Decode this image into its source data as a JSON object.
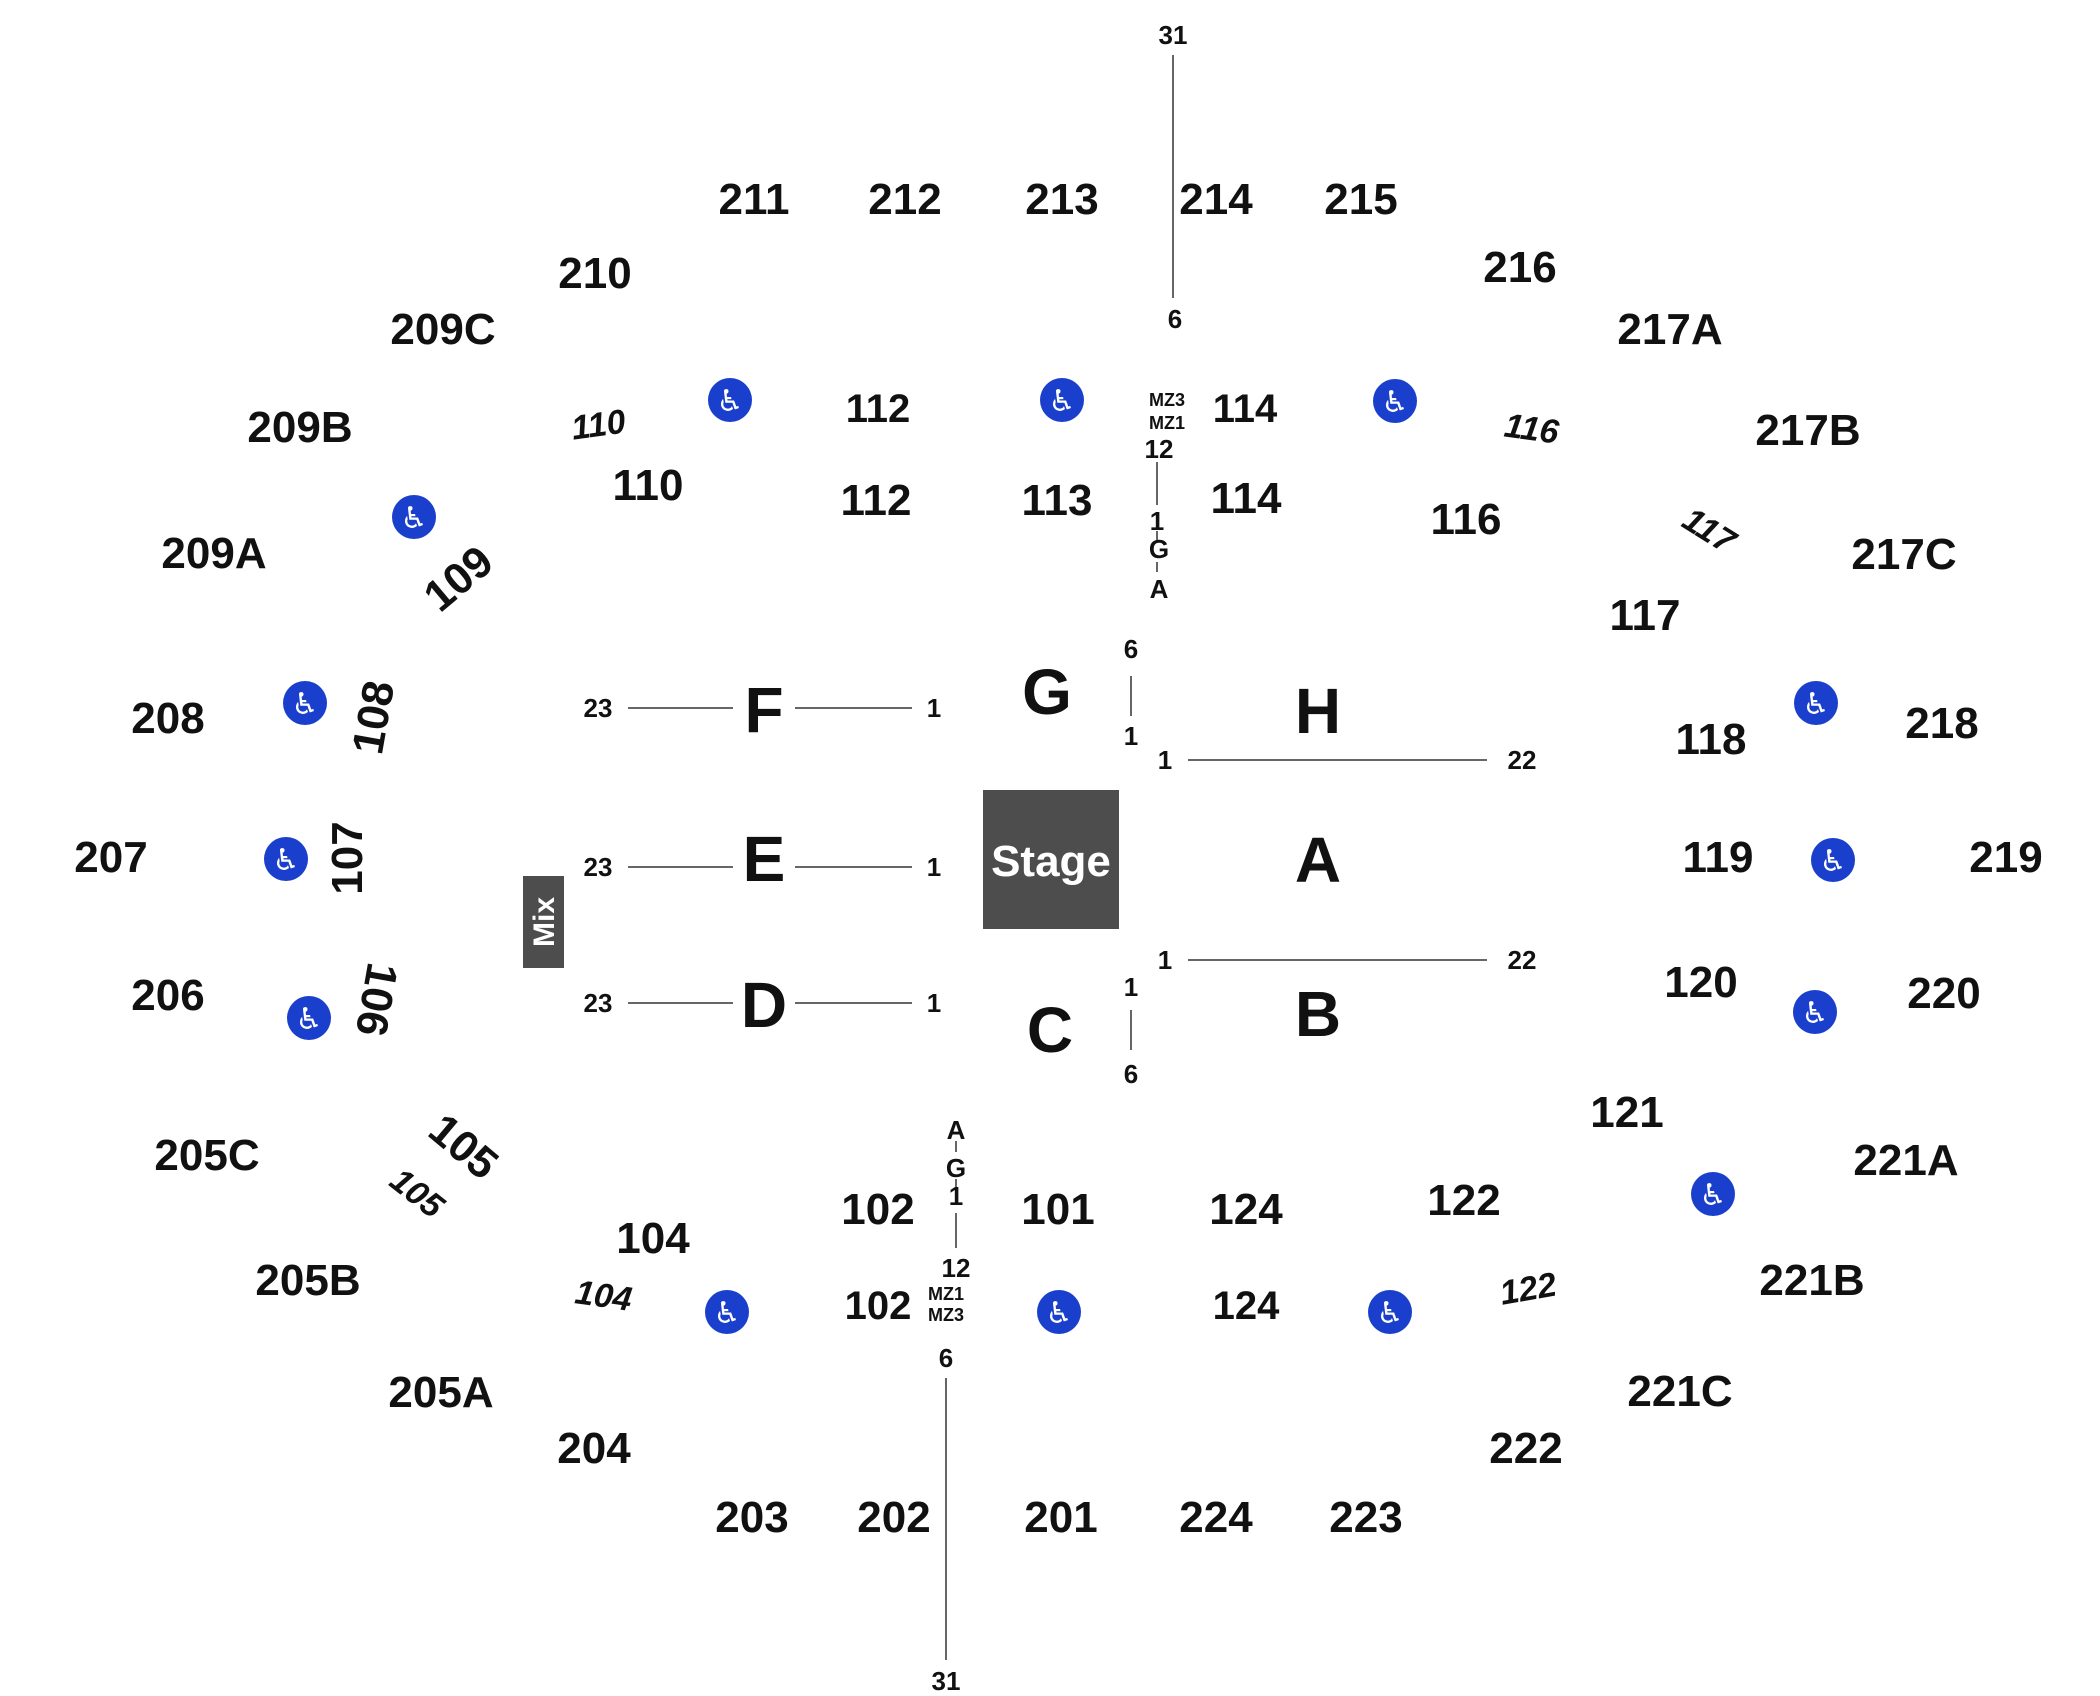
{
  "stage": {
    "label": "Stage",
    "color": "#4d4d4d"
  },
  "mix": {
    "label": "Mix",
    "color": "#4d4d4d"
  },
  "accessible_icon": {
    "name": "wheelchair-icon",
    "color": "#1a3fcc"
  },
  "upper": {
    "s201": "201",
    "s202": "202",
    "s203": "203",
    "s204": "204",
    "s205A": "205A",
    "s205B": "205B",
    "s205C": "205C",
    "s206": "206",
    "s207": "207",
    "s208": "208",
    "s209A": "209A",
    "s209B": "209B",
    "s209C": "209C",
    "s210": "210",
    "s211": "211",
    "s212": "212",
    "s213": "213",
    "s214": "214",
    "s215": "215",
    "s216": "216",
    "s217A": "217A",
    "s217B": "217B",
    "s217C": "217C",
    "s218": "218",
    "s219": "219",
    "s220": "220",
    "s221A": "221A",
    "s221B": "221B",
    "s221C": "221C",
    "s222": "222",
    "s223": "223",
    "s224": "224"
  },
  "lower": {
    "s101": "101",
    "s102": "102",
    "s102r": "102",
    "s104": "104",
    "s104r": "104",
    "s105": "105",
    "s105r": "105",
    "s106": "106",
    "s107": "107",
    "s108": "108",
    "s109": "109",
    "s110": "110",
    "s110r": "110",
    "s112": "112",
    "s112r": "112",
    "s113": "113",
    "s114": "114",
    "s114r": "114",
    "s116": "116",
    "s116r": "116",
    "s117": "117",
    "s117r": "117",
    "s118": "118",
    "s119": "119",
    "s120": "120",
    "s121": "121",
    "s122": "122",
    "s122r": "122",
    "s124": "124",
    "s124r": "124"
  },
  "floor": {
    "A": "A",
    "B": "B",
    "C": "C",
    "D": "D",
    "E": "E",
    "F": "F",
    "G": "G",
    "H": "H"
  },
  "rows": {
    "f_left": "23",
    "f_right": "1",
    "e_left": "23",
    "e_right": "1",
    "d_left": "23",
    "d_right": "1",
    "g_top": "6",
    "g_bottom": "1",
    "c_top": "1",
    "c_bottom": "6",
    "h_left": "1",
    "h_right": "22",
    "b_left": "1",
    "b_right": "22",
    "north_top": "31",
    "north_bottom": "6",
    "south_top": "6",
    "south_bottom": "31",
    "mz_top_1": "MZ3",
    "mz_top_2": "MZ1",
    "mz_top_row12": "12",
    "mz_top_row1": "1",
    "mz_top_g": "G",
    "mz_top_a": "A",
    "mz_bot_a": "A",
    "mz_bot_g": "G",
    "mz_bot_row1": "1",
    "mz_bot_row12": "12",
    "mz_bot_1": "MZ1",
    "mz_bot_2": "MZ3"
  }
}
